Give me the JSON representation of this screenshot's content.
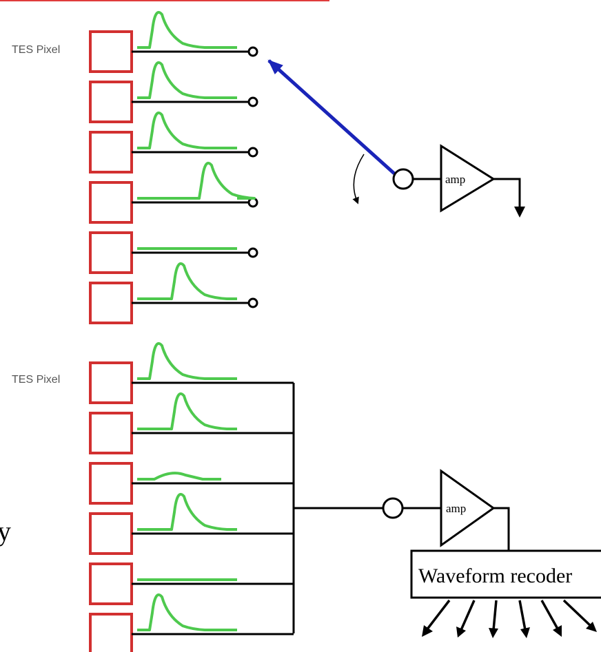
{
  "labels": {
    "pixel_label_top": "TES Pixel",
    "pixel_label_bottom": "TES Pixel",
    "amp_top": "amp",
    "amp_bottom": "amp",
    "recorder": "Waveform recoder",
    "side_fragment": "y"
  },
  "colors": {
    "pixel_border": "#d23030",
    "pulse": "#4ec94e",
    "switch_arm": "#1a24b8",
    "wire": "#000000",
    "top_rule": "#e03c3c"
  },
  "top_group": {
    "pulse_types": [
      "pulse-early",
      "pulse-early",
      "pulse-early",
      "pulse-late",
      "flat",
      "pulse-mid"
    ]
  },
  "bottom_group": {
    "pulse_types": [
      "pulse-early",
      "pulse-mid",
      "bump",
      "pulse-mid",
      "flat",
      "pulse-early"
    ]
  }
}
